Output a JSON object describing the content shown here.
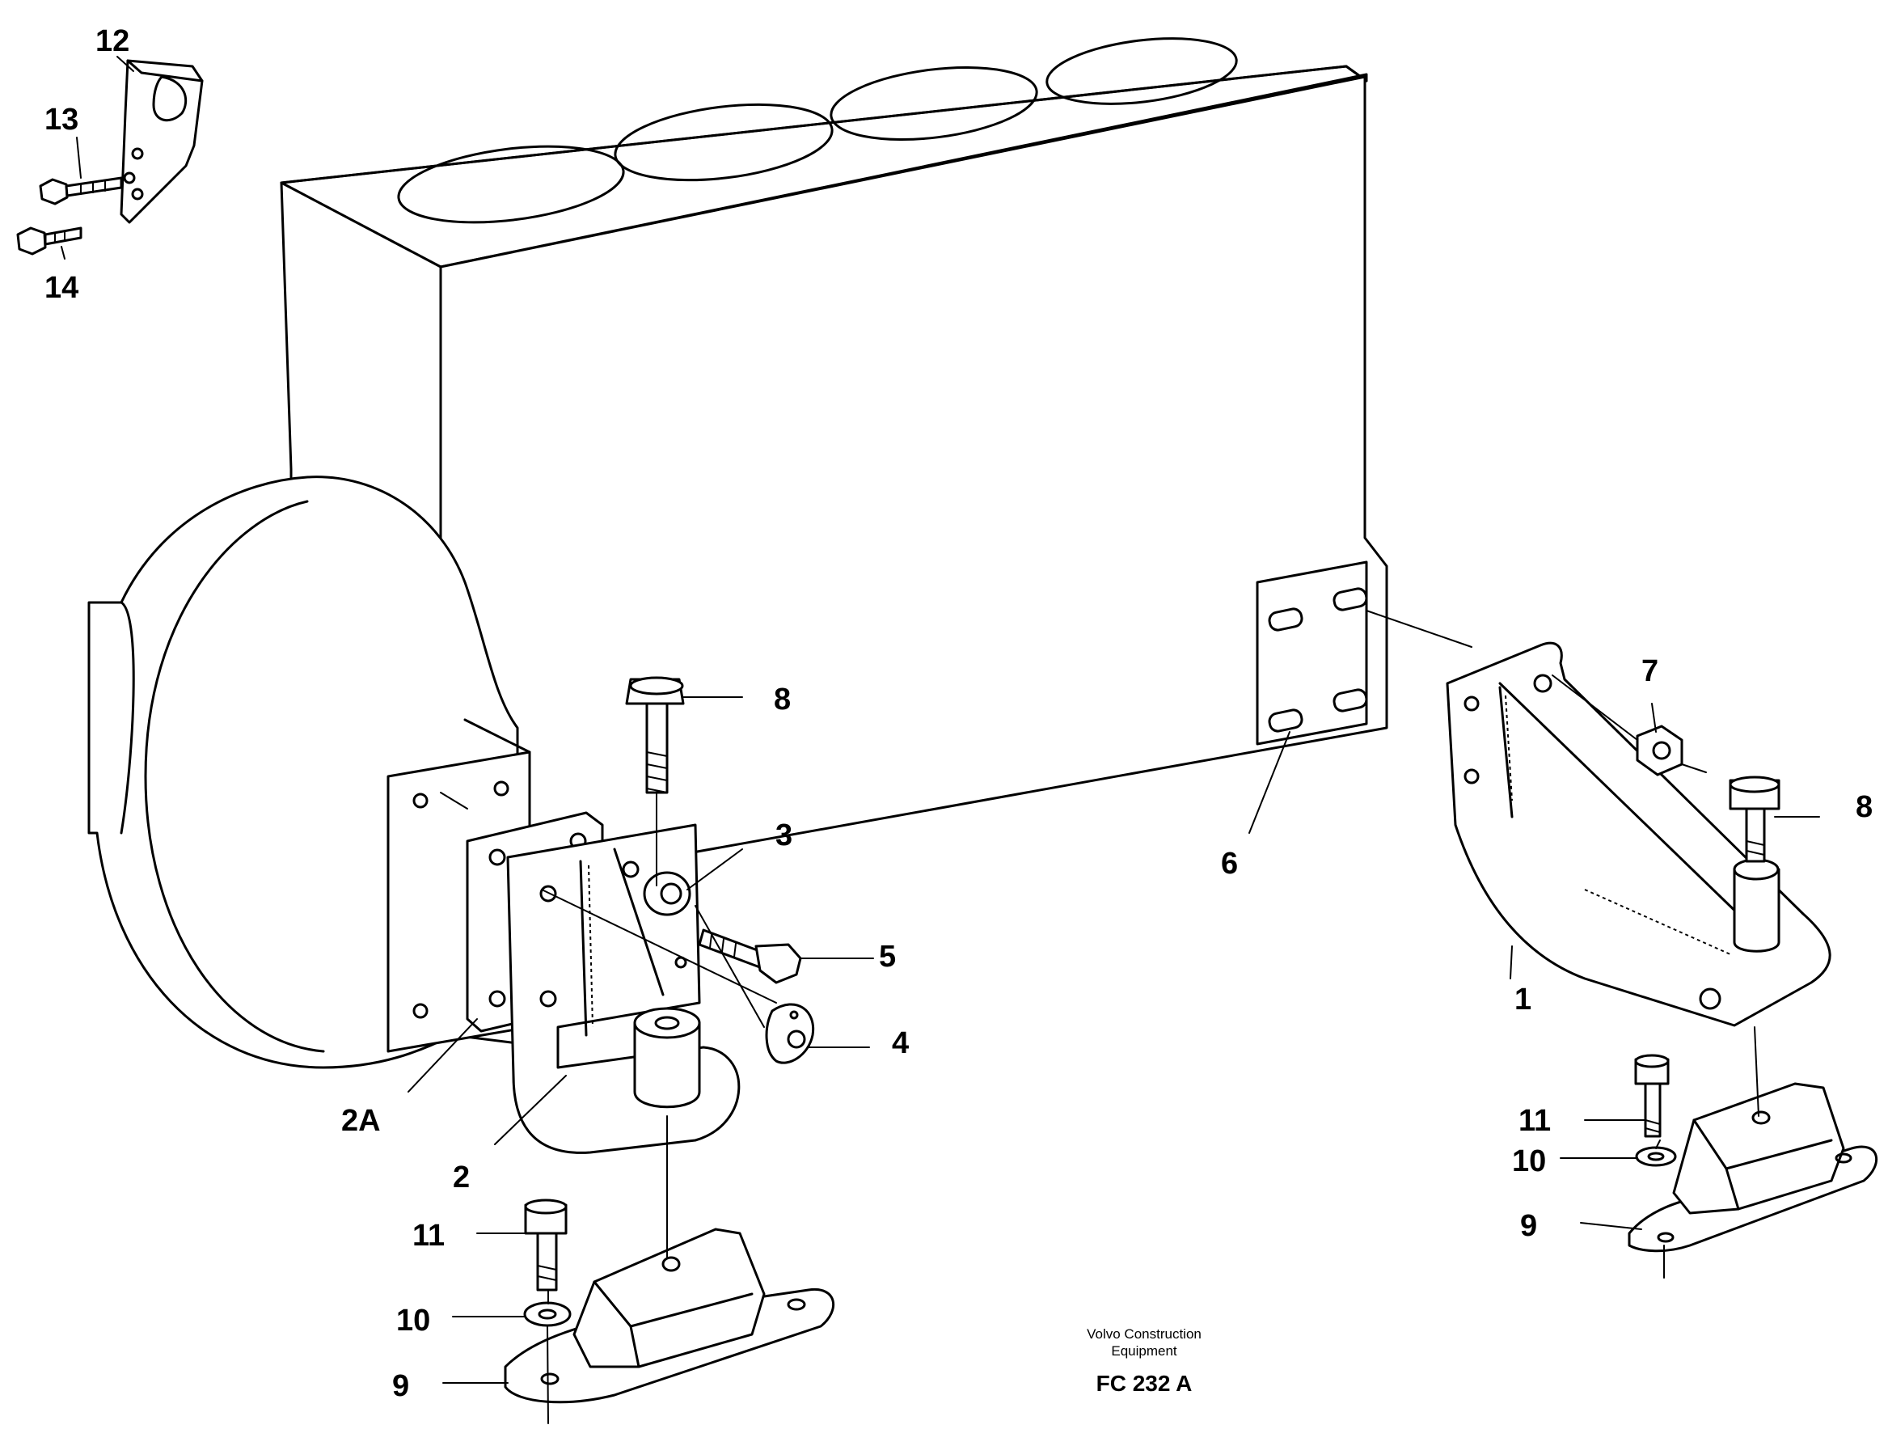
{
  "diagram": {
    "callouts": [
      {
        "id": "c1",
        "text": "1"
      },
      {
        "id": "c2",
        "text": "2"
      },
      {
        "id": "c2a",
        "text": "2A"
      },
      {
        "id": "c3",
        "text": "3"
      },
      {
        "id": "c4",
        "text": "4"
      },
      {
        "id": "c5",
        "text": "5"
      },
      {
        "id": "c6",
        "text": "6"
      },
      {
        "id": "c7",
        "text": "7"
      },
      {
        "id": "c8a",
        "text": "8"
      },
      {
        "id": "c8b",
        "text": "8"
      },
      {
        "id": "c9a",
        "text": "9"
      },
      {
        "id": "c9b",
        "text": "9"
      },
      {
        "id": "c10a",
        "text": "10"
      },
      {
        "id": "c10b",
        "text": "10"
      },
      {
        "id": "c11a",
        "text": "11"
      },
      {
        "id": "c11b",
        "text": "11"
      },
      {
        "id": "c12",
        "text": "12"
      },
      {
        "id": "c13",
        "text": "13"
      },
      {
        "id": "c14",
        "text": "14"
      }
    ],
    "caption": {
      "line1": "Volvo Construction",
      "line2": "Equipment",
      "code": "FC 232 A"
    }
  }
}
